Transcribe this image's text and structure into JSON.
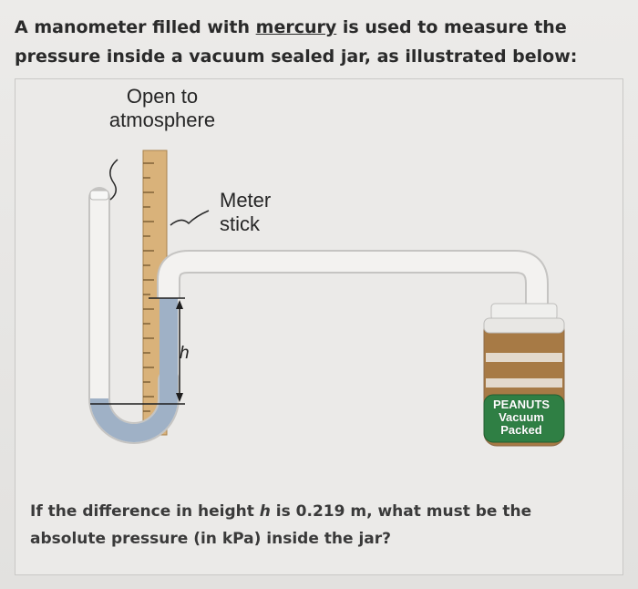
{
  "question": {
    "intro_prefix": "A manometer filled with ",
    "intro_link": "mercury",
    "intro_suffix": " is used to measure the pressure inside a vacuum sealed jar, as illustrated below:",
    "prompt_prefix": "If the difference in height ",
    "prompt_variable": "h",
    "prompt_suffix": " is 0.219 m, what must be the absolute pressure (in kPa) inside the jar?"
  },
  "figure": {
    "label_open": "Open to atmosphere",
    "label_meter": "Meter stick",
    "label_h": "h",
    "jar_label_lines": [
      "PEANUTS",
      "Vacuum",
      "Packed"
    ],
    "colors": {
      "tube": "#f3f2f0",
      "mercury": "#9fb1c6",
      "meter_stick": "#d9b27a",
      "jar_band": "#2f7f44",
      "peanuts": "#a77a45"
    }
  }
}
